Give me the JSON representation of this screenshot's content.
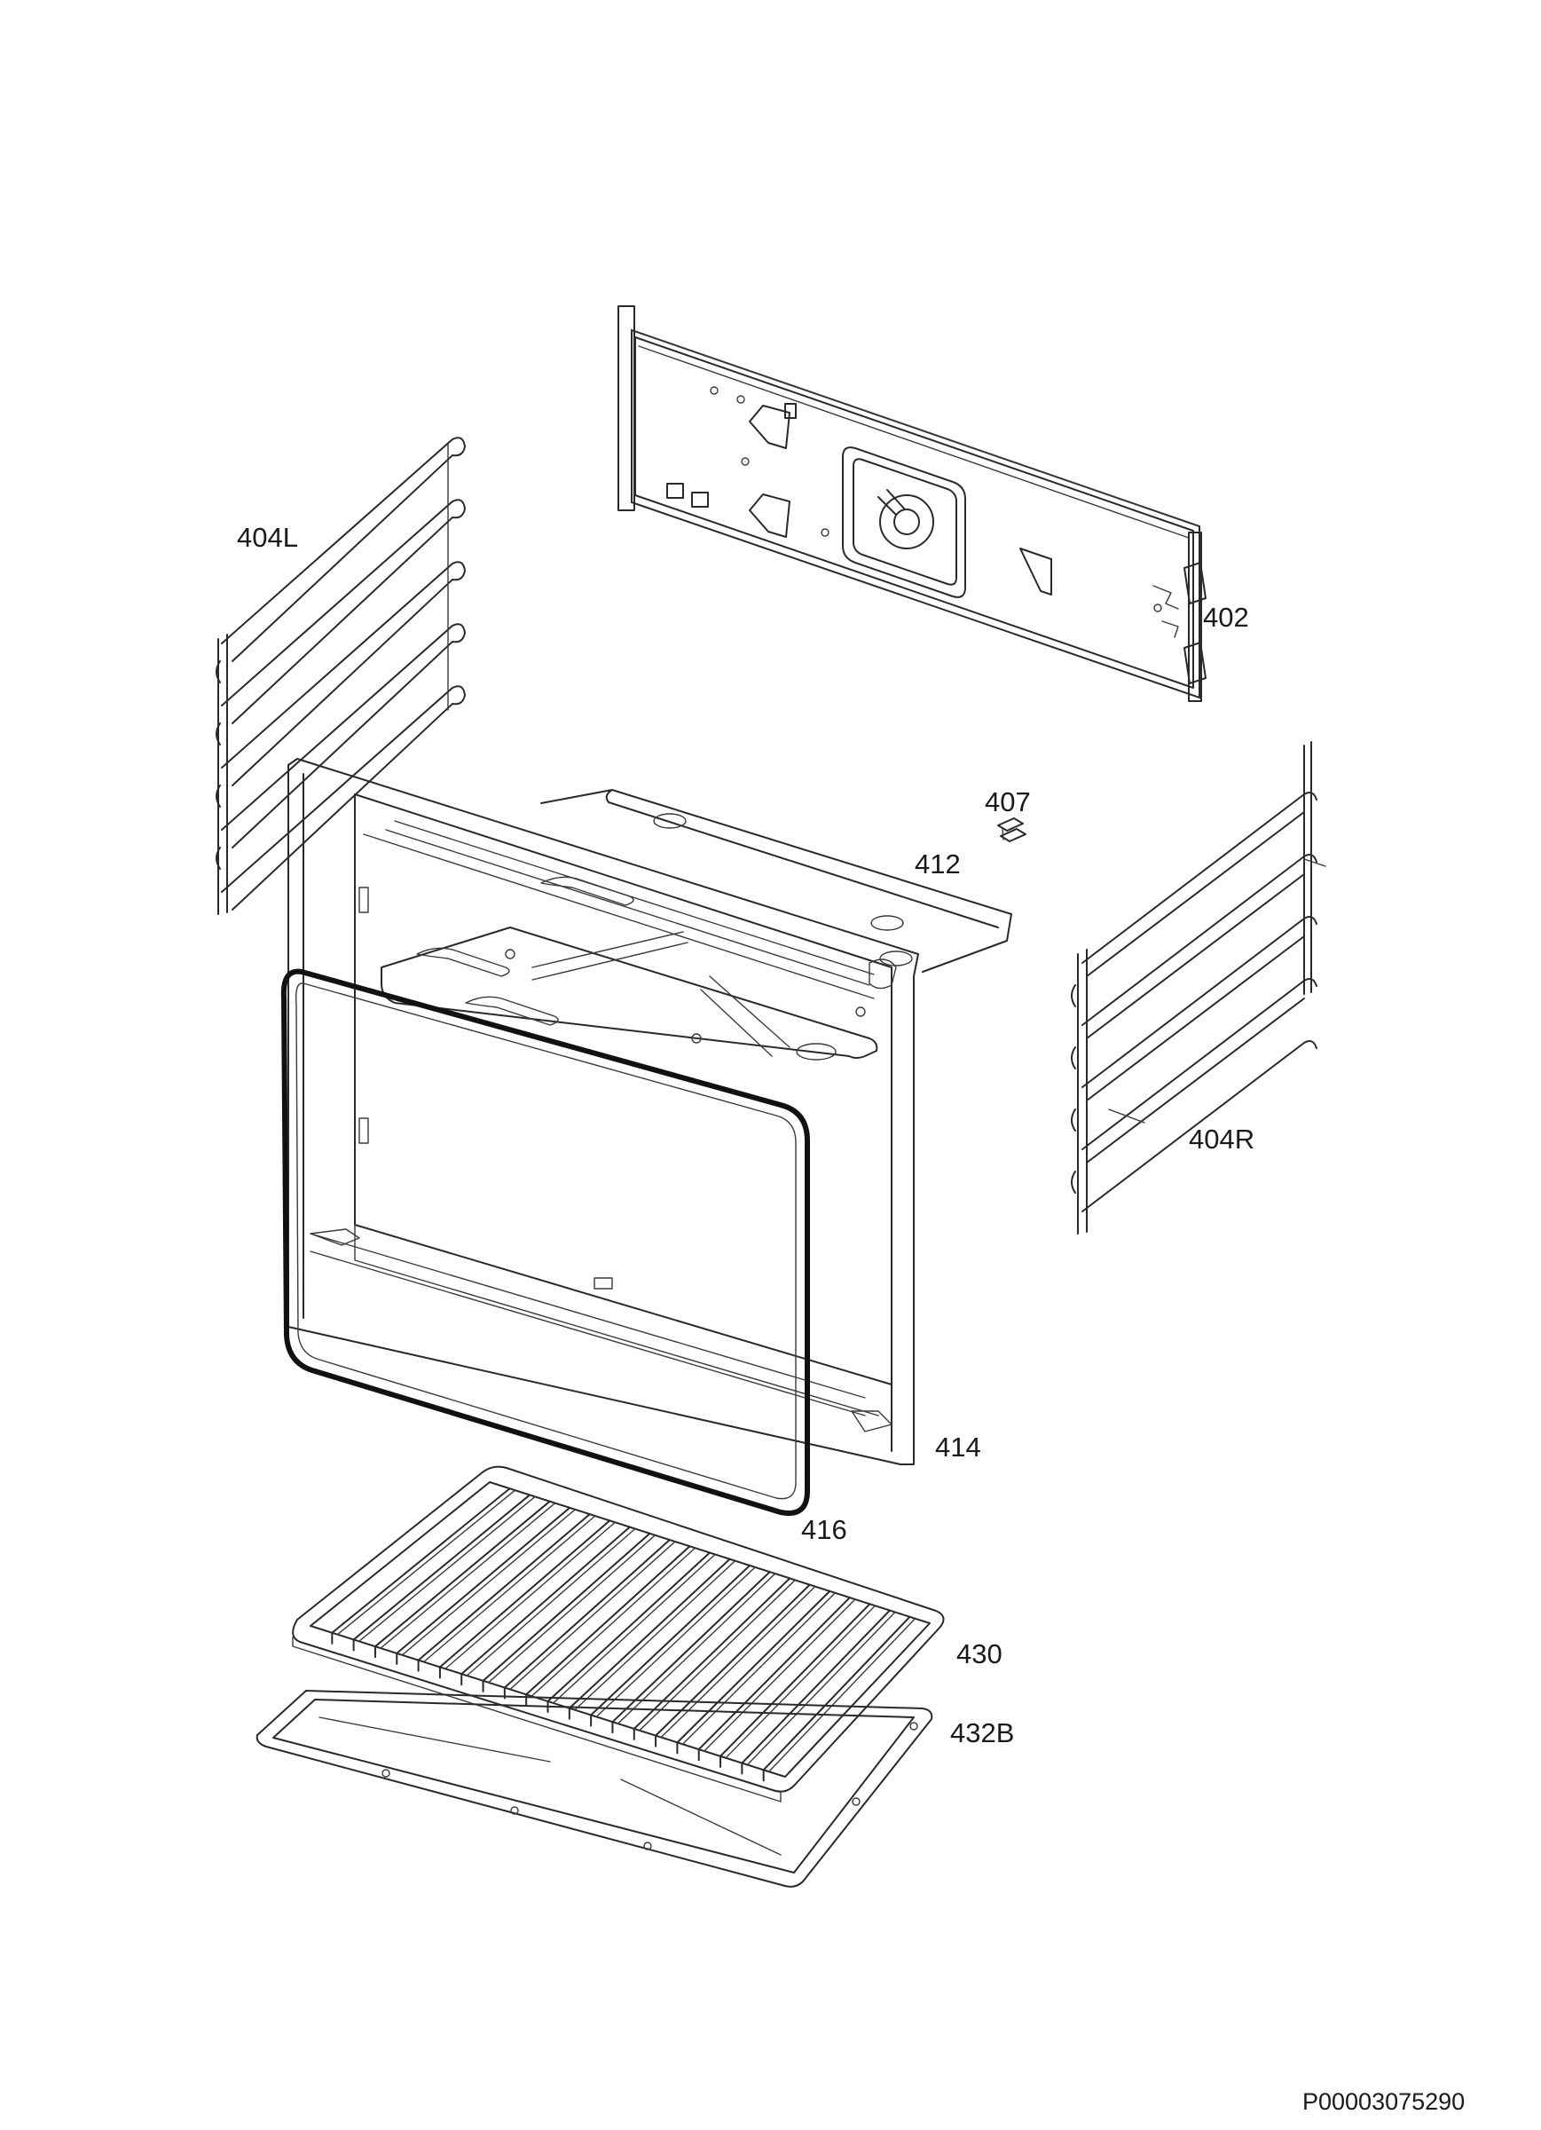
{
  "diagram": {
    "callouts": {
      "p404L": "404L",
      "p402": "402",
      "p407": "407",
      "p412": "412",
      "p404R": "404R",
      "p414": "414",
      "p416": "416",
      "p430": "430",
      "p432B": "432B"
    },
    "document_id": "P00003075290"
  }
}
